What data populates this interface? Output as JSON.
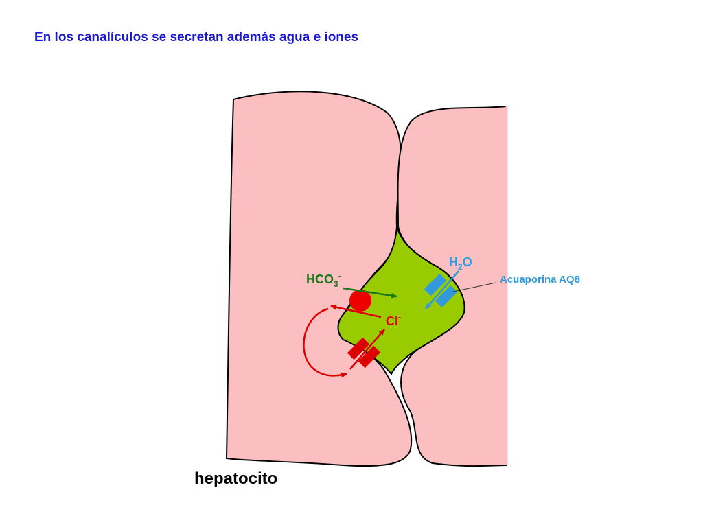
{
  "title": "En los canalículos se secretan además agua e iones",
  "labels": {
    "water": {
      "main": "H",
      "sub": "2",
      "tail": "O"
    },
    "bicarbonate": {
      "main": "HCO",
      "sub": "3",
      "sup": "-"
    },
    "chloride": {
      "main": "Cl",
      "sup": "-"
    },
    "aquaporin": "Acuaporina AQ8",
    "cell": "hepatocito"
  },
  "colors": {
    "cell_fill": "#fbbfc1",
    "canaliculus_fill": "#99cc00",
    "water": "#3399dd",
    "bicarbonate": "#1a7a1a",
    "chloride": "#dd0000",
    "title": "#1a1acc"
  }
}
